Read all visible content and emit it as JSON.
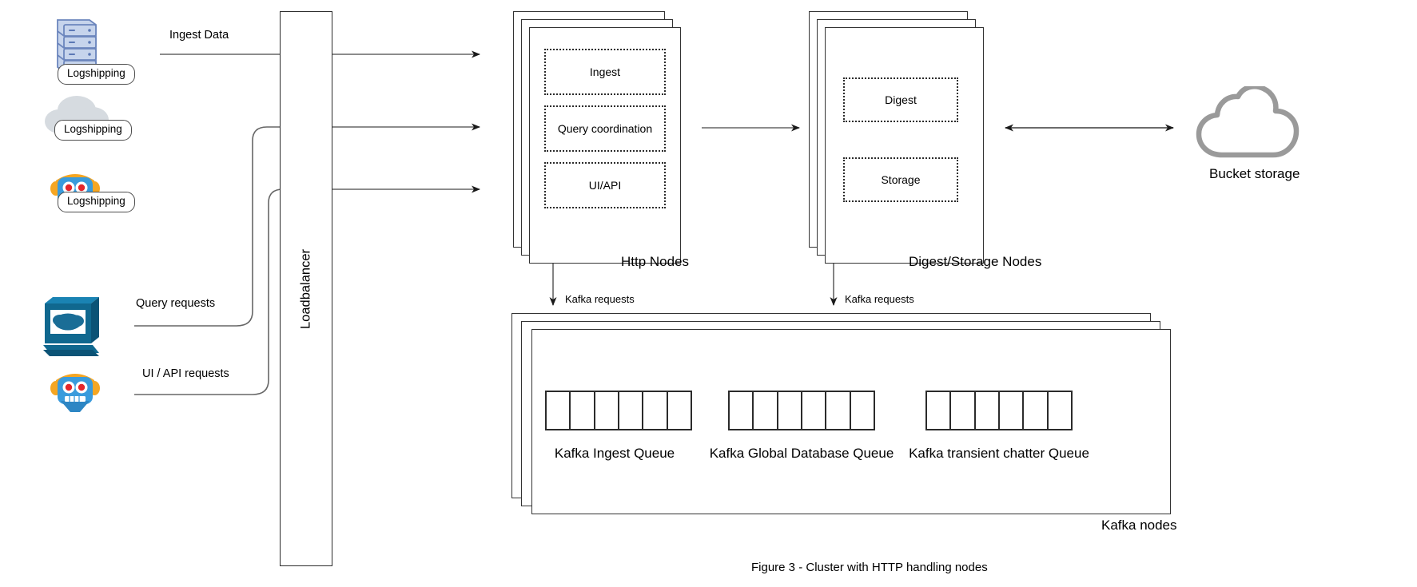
{
  "figure": {
    "caption": "Figure 3 - Cluster with HTTP handling nodes"
  },
  "sources": [
    {
      "id": "server-stack",
      "label": "Logshipping",
      "icon": "server-stack-icon"
    },
    {
      "id": "cloud-source",
      "label": "Logshipping",
      "icon": "cloud-icon"
    },
    {
      "id": "robot-source",
      "label": "Logshipping",
      "icon": "robot-icon"
    }
  ],
  "clients": [
    {
      "id": "workstation",
      "icon": "workstation-icon"
    },
    {
      "id": "robot-client",
      "icon": "robot-icon"
    }
  ],
  "flow_labels": {
    "ingest_data": "Ingest Data",
    "query_requests": "Query requests",
    "ui_api_requests": "UI / API requests",
    "kafka_requests_http": "Kafka requests",
    "kafka_requests_digest": "Kafka requests"
  },
  "loadbalancer": {
    "label": "Loadbalancer"
  },
  "http_nodes": {
    "title": "Http Nodes",
    "components": [
      {
        "label": "Ingest"
      },
      {
        "label": "Query coordination"
      },
      {
        "label": "UI/API"
      }
    ],
    "stack_count": 3
  },
  "digest_storage_nodes": {
    "title": "Digest/Storage Nodes",
    "components": [
      {
        "label": "Digest"
      },
      {
        "label": "Storage"
      }
    ],
    "stack_count": 3
  },
  "bucket_storage": {
    "label": "Bucket storage",
    "icon": "cloud-icon"
  },
  "kafka_nodes": {
    "title": "Kafka nodes",
    "stack_count": 3,
    "queues": [
      {
        "label": "Kafka Ingest Queue",
        "cells": 6
      },
      {
        "label": "Kafka Global Database Queue",
        "cells": 6
      },
      {
        "label": "Kafka transient chatter Queue",
        "cells": 6
      }
    ]
  },
  "colors": {
    "stroke_dark": "#333333",
    "stroke_mid": "#666666",
    "cloud_gray": "#9a9a9a",
    "server_blue": "#8aa5d6",
    "client_blue": "#1a6d96",
    "robot_blue": "#3a9bdc",
    "background": "#ffffff"
  }
}
